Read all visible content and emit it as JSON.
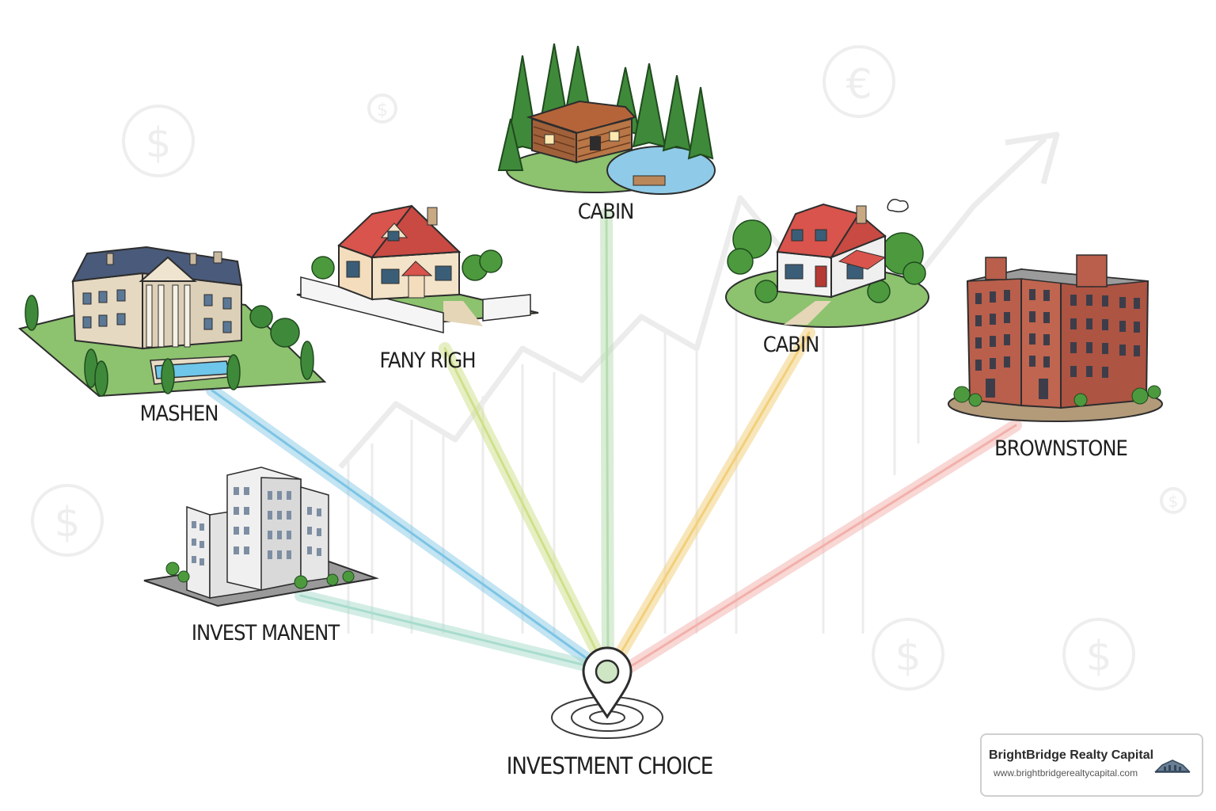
{
  "labels": {
    "cabin_top": "CABIN",
    "fancy": "FANY RIGH",
    "cabin_right": "CABIN",
    "mansion": "MASHEN",
    "brownstone": "BROWNSTONE",
    "apartment": "INVEST MANENT",
    "center": "INVESTMENT CHOICE"
  },
  "branding": {
    "name": "BrightBridge Realty Capital",
    "url": "www.brightbridgerealtycapital.com"
  },
  "colors": {
    "ray_mansion": "#7cc4e4",
    "ray_apartment": "#a8dccc",
    "ray_fancy": "#cfe08a",
    "ray_cabin_top": "#b7ddb0",
    "ray_cabin_right": "#f2cf7a",
    "ray_brownstone": "#f2b0aa"
  },
  "icons": [
    "dollar-icon",
    "euro-icon",
    "location-pin-icon",
    "trend-arrow-icon"
  ]
}
